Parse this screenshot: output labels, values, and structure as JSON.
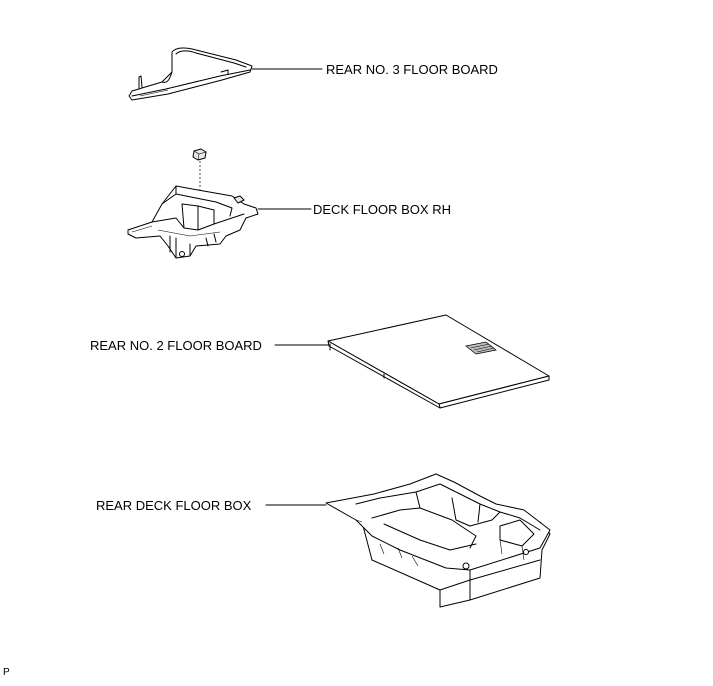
{
  "parts": [
    {
      "id": "rear-no3-floor-board",
      "label": "REAR NO. 3 FLOOR BOARD"
    },
    {
      "id": "deck-floor-box-rh",
      "label": "DECK FLOOR BOX RH"
    },
    {
      "id": "rear-no2-floor-board",
      "label": "REAR NO. 2 FLOOR BOARD"
    },
    {
      "id": "rear-deck-floor-box",
      "label": "REAR DECK FLOOR BOX"
    }
  ],
  "corner_mark": "P"
}
